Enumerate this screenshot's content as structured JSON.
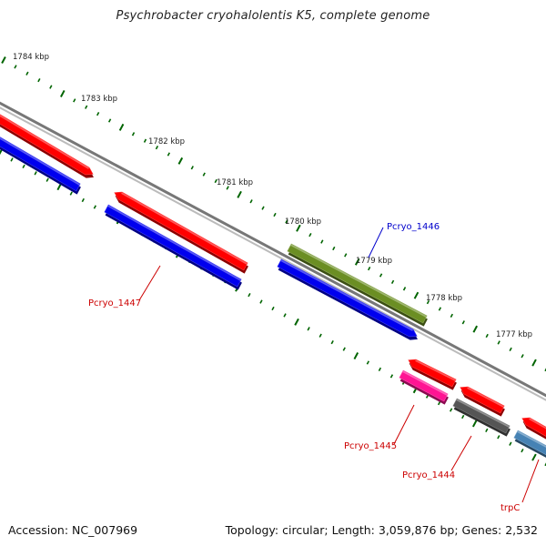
{
  "title": "Psychrobacter cryohalolentis K5, complete genome",
  "accession": "Accession: NC_007969",
  "summary": "Topology: circular; Length: 3,059,876 bp; Genes: 2,532",
  "tick_labels": [
    "1784 kbp",
    "1783 kbp",
    "1782 kbp",
    "1781 kbp",
    "1780 kbp",
    "1779 kbp",
    "1778 kbp",
    "1777 kbp"
  ],
  "gene_labels": [
    "Pcryo_1446",
    "Pcryo_1447",
    "Pcryo_1445",
    "Pcryo_1444",
    "trpC"
  ],
  "colors": {
    "forward_cds": "#ff0000",
    "reverse_cds": "#0000ee",
    "olive_gene": "#6b8e23",
    "pink_gene": "#ff1493",
    "gray_gene": "#555555",
    "steel_gene": "#4682b4",
    "label_blue": "#0000cc",
    "label_red": "#cc0000",
    "tick_green": "#006400",
    "backbone": "#777777"
  }
}
